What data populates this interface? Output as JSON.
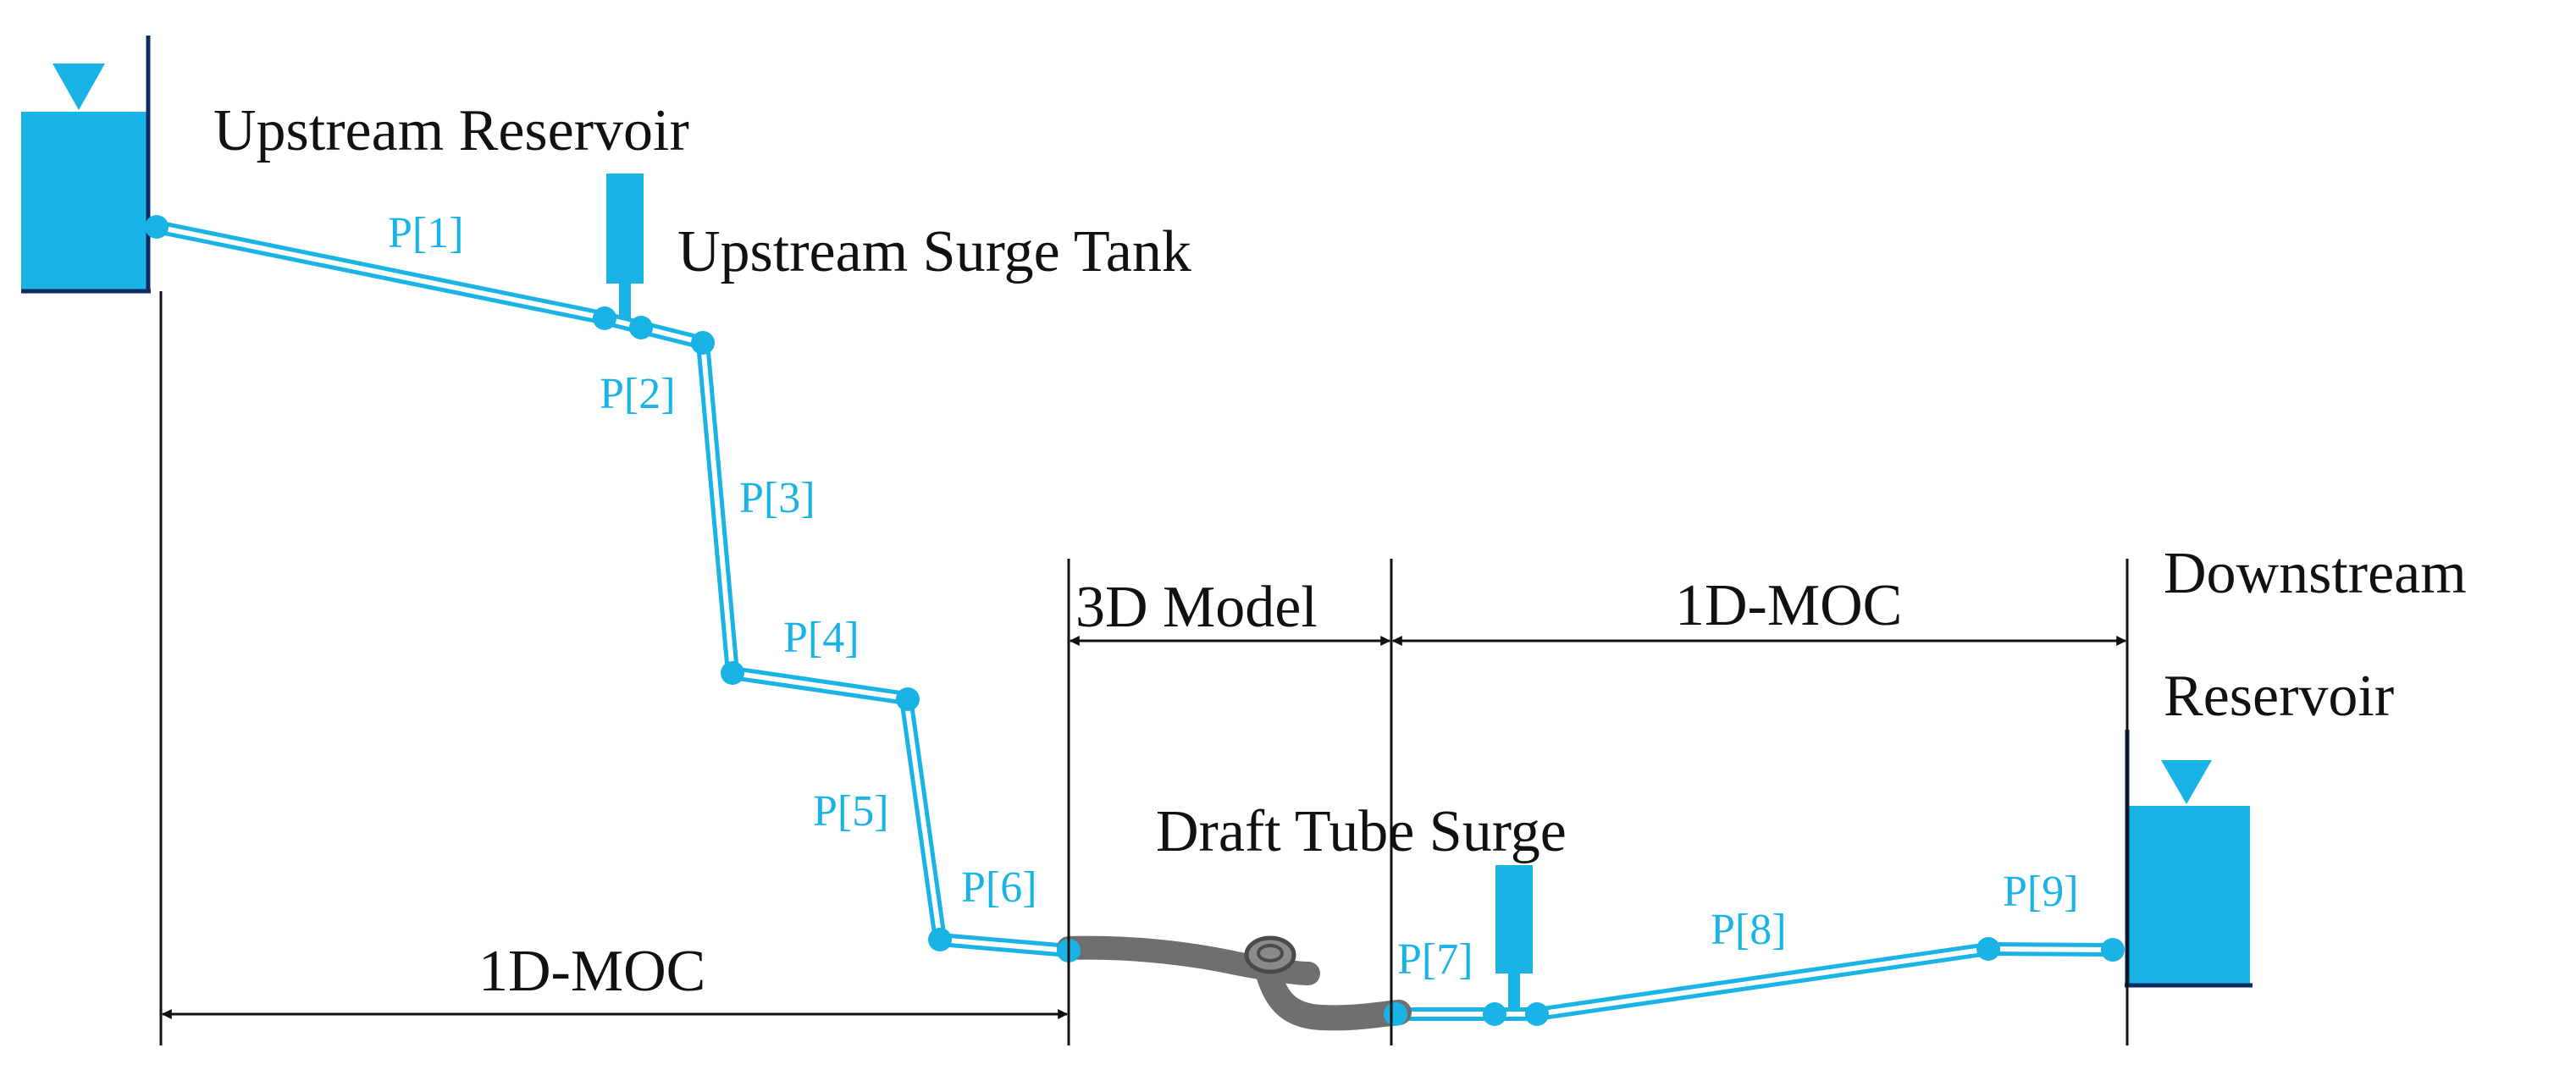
{
  "diagram": {
    "labels": {
      "upstream_reservoir": "Upstream Reservoir",
      "upstream_surge_tank": "Upstream Surge Tank",
      "downstream_reservoir_line1": "Downstream",
      "downstream_reservoir_line2": "Reservoir",
      "draft_tube_surge": "Draft Tube Surge",
      "model_3d": "3D Model",
      "moc_left": "1D-MOC",
      "moc_right": "1D-MOC"
    },
    "pipes": [
      "P[1]",
      "P[2]",
      "P[3]",
      "P[4]",
      "P[5]",
      "P[6]",
      "P[7]",
      "P[8]",
      "P[9]"
    ]
  },
  "colors": {
    "pipe": "#19b3e6",
    "reservoir": "#19b3e6",
    "reservoir_edge": "#0b2a66",
    "turbine": "#7a7a7a",
    "text": "#111111",
    "dimension_line": "#111111"
  }
}
